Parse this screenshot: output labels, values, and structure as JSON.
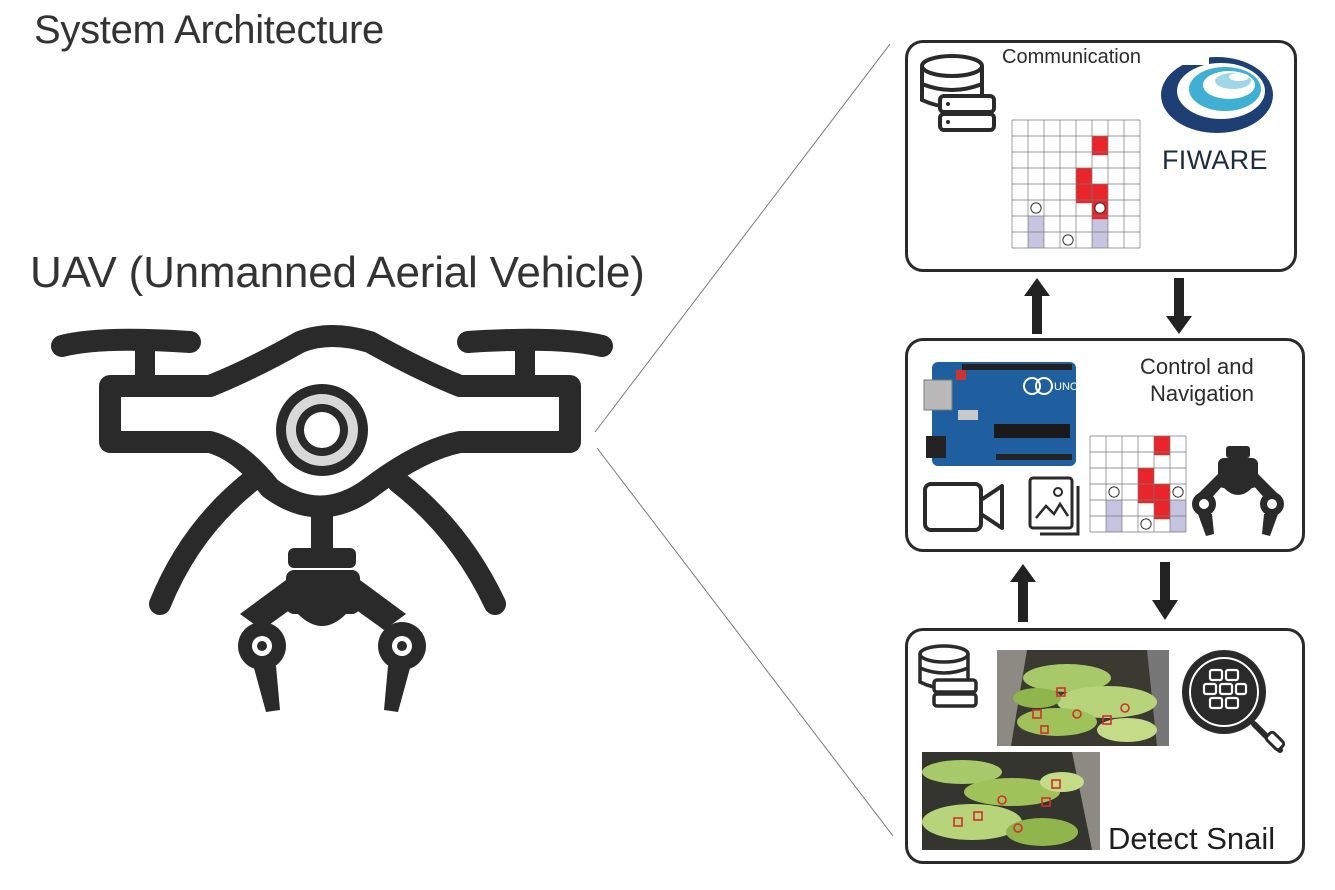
{
  "title": "System Architecture",
  "uav": {
    "label": "UAV (Unmanned Aerial Vehicle)"
  },
  "communication": {
    "label": "Communication",
    "logo_text": "FIWARE",
    "grid_highlights": [
      [
        4,
        0
      ],
      [
        3,
        2
      ],
      [
        3,
        3
      ],
      [
        4,
        3
      ],
      [
        4,
        4
      ]
    ]
  },
  "control": {
    "label_line1": "Control and",
    "label_line2": "Navigation",
    "board_text": "UNO",
    "grid_highlights": [
      [
        3,
        0
      ],
      [
        2,
        2
      ],
      [
        2,
        3
      ],
      [
        3,
        3
      ],
      [
        3,
        4
      ]
    ]
  },
  "detect": {
    "label": "Detect Snail"
  },
  "colors": {
    "stroke": "#2a2a2a",
    "grid_red": "#e8252b",
    "grid_lavender": "#c7c4e2",
    "arduino_blue": "#1f5fa0",
    "fiware_dark": "#1d3f73",
    "fiware_light": "#3fb0d4",
    "leaf_green": "#9fc25a"
  },
  "icons": [
    "database-icon",
    "fiware-logo",
    "grid-map",
    "arduino-board",
    "video-camera-icon",
    "image-gallery-icon",
    "gripper-icon",
    "search-pattern-icon",
    "drone-icon",
    "arrow-up-icon",
    "arrow-down-icon"
  ]
}
